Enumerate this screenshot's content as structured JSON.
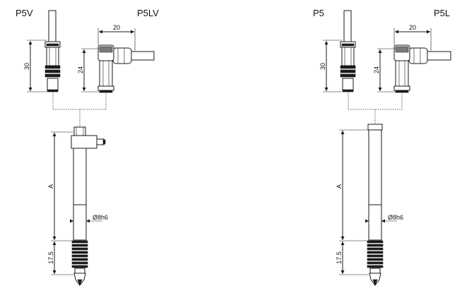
{
  "labels": {
    "p5v": "P5V",
    "p5lv": "P5LV",
    "p5": "P5",
    "p5l": "P5L"
  },
  "dimensions": {
    "width_20": "20",
    "height_30": "30",
    "height_24": "24",
    "length_a": "A",
    "diameter": "Ø8h6",
    "tip_length": "17.5"
  }
}
